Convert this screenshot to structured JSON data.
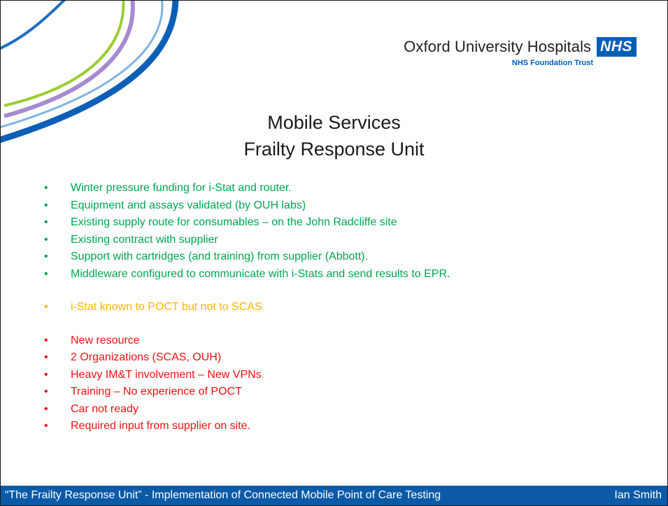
{
  "header": {
    "org_name": "Oxford University Hospitals",
    "nhs_badge": "NHS",
    "trust_name": "NHS Foundation Trust"
  },
  "title": {
    "line1": "Mobile Services",
    "line2": "Frailty Response Unit"
  },
  "bullets": {
    "green": [
      "Winter pressure funding for i-Stat and router.",
      "Equipment and assays validated (by OUH labs)",
      "Existing supply route for consumables – on the John Radcliffe site",
      "Existing contract with supplier",
      "Support with cartridges (and training)  from supplier (Abbott).",
      "Middleware configured to communicate with i-Stats  and send results to EPR."
    ],
    "amber": [
      "i-Stat known to POCT but not to SCAS"
    ],
    "red": [
      "New resource",
      "2 Organizations (SCAS, OUH)",
      "Heavy IM&T involvement – New VPNs",
      "Training – No experience of POCT",
      "Car not ready",
      "Required input from supplier on site."
    ],
    "red_suffix_amber": "."
  },
  "footer": {
    "left": "“The Frailty Response Unit”  - Implementation of Connected Mobile Point of Care Testing",
    "right": "Ian Smith"
  },
  "colors": {
    "green": "#00a651",
    "amber": "#ffb400",
    "red": "#ee1111",
    "nhs_blue": "#005eb8",
    "footer_blue": "#0a5aa8"
  }
}
